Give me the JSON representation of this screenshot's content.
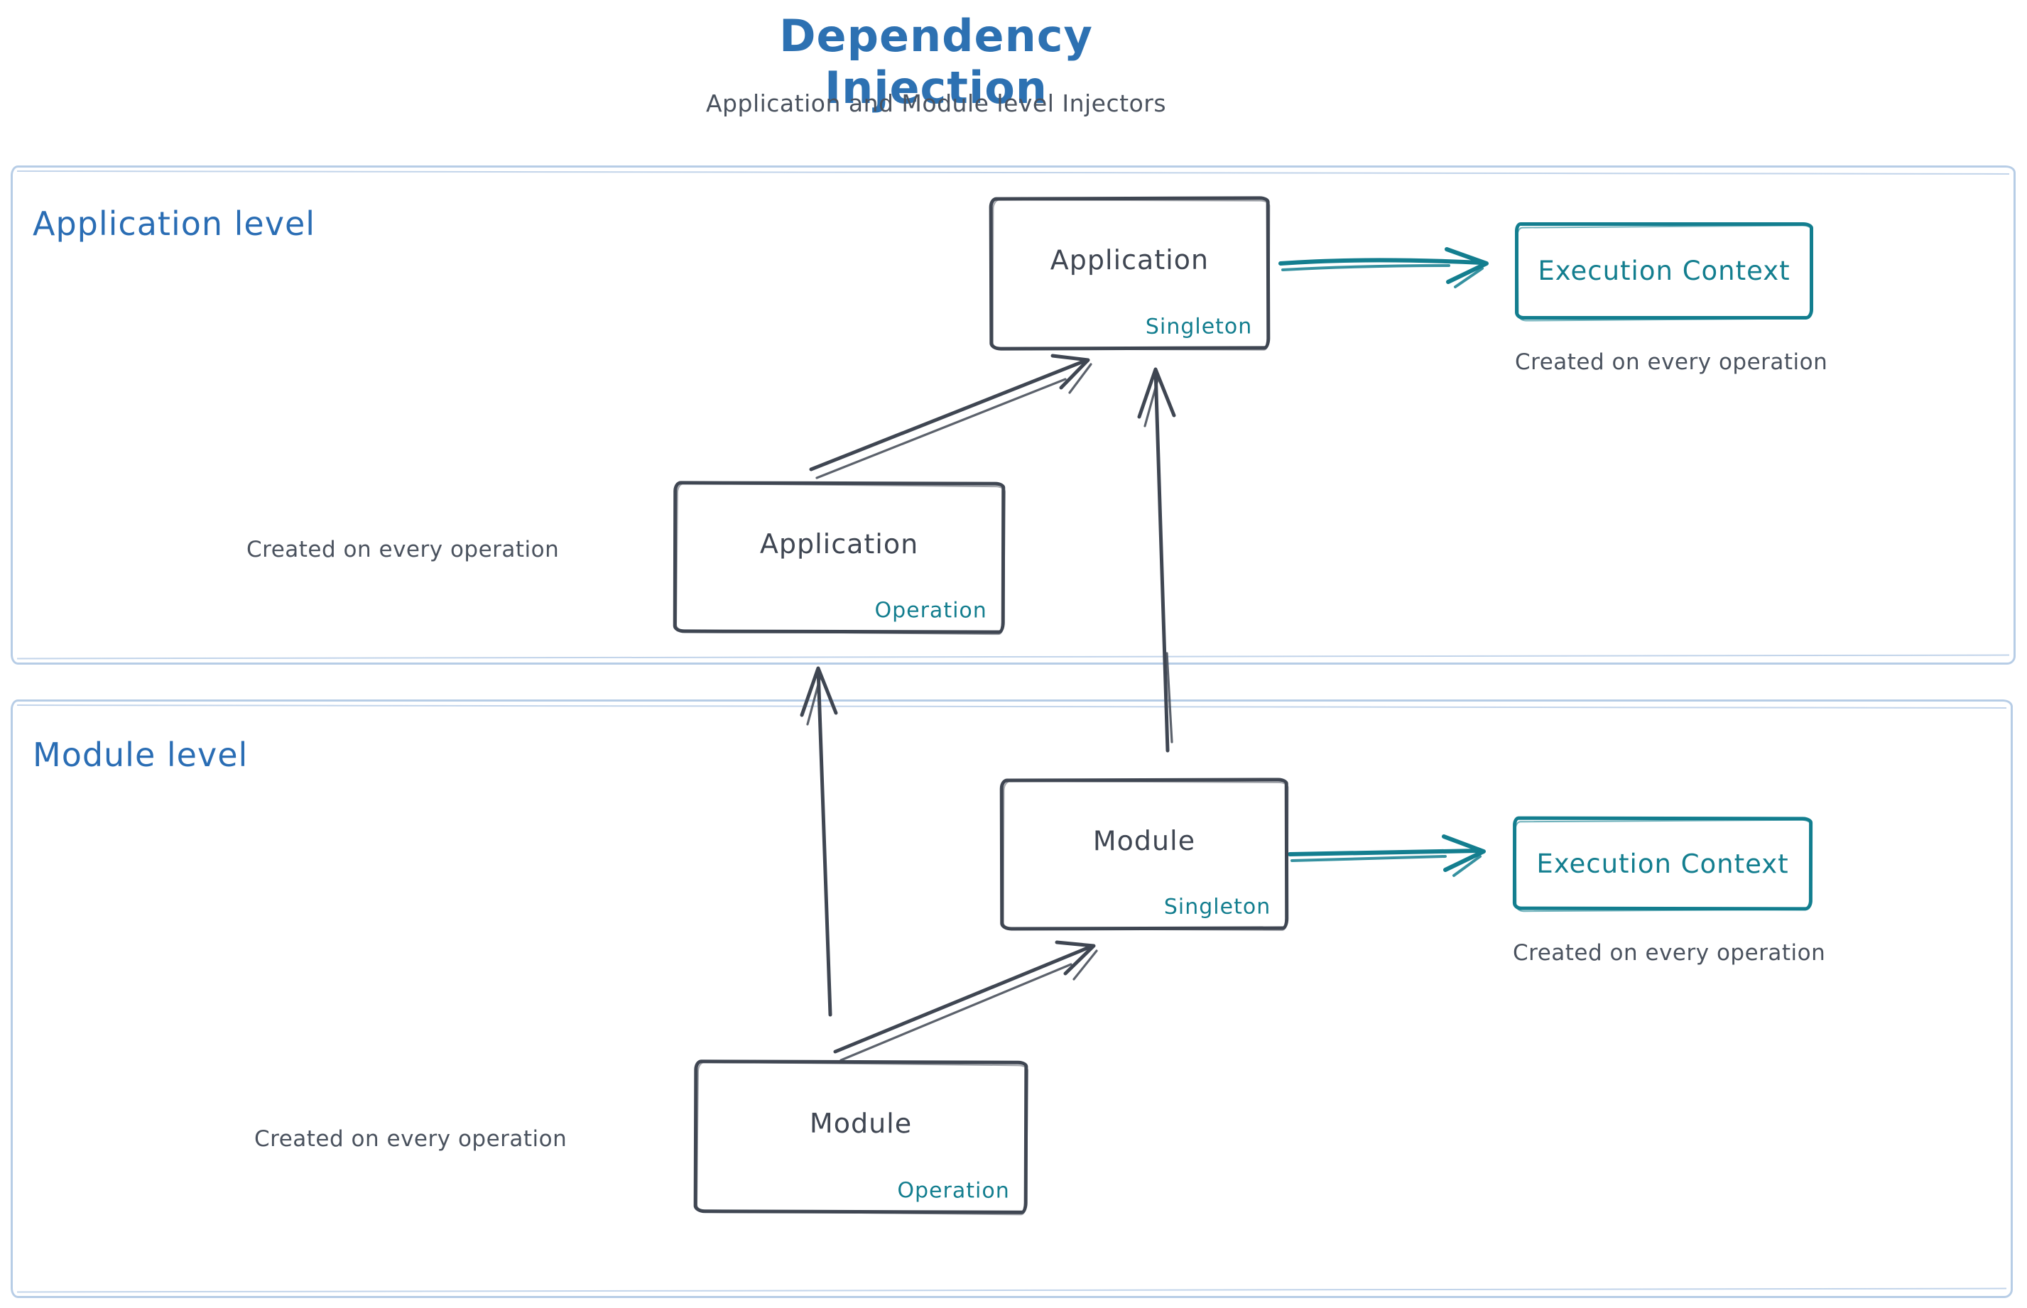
{
  "title": "Dependency Injection",
  "subtitle": "Application and Module level Injectors",
  "colors": {
    "title_blue": "#2d71b2",
    "label_blue": "#2a6db4",
    "stroke_dark": "#3f4652",
    "teal": "#137e8f",
    "frame_light_blue": "#b7cde6",
    "note_gray": "#4a525e",
    "background": "#ffffff"
  },
  "levels": [
    {
      "label": "Application level"
    },
    {
      "label": "Module level"
    }
  ],
  "nodes": [
    {
      "name": "Application",
      "scope": "Singleton"
    },
    {
      "name": "Application",
      "scope": "Operation"
    },
    {
      "name": "Module",
      "scope": "Singleton"
    },
    {
      "name": "Module",
      "scope": "Operation"
    }
  ],
  "contexts": [
    {
      "label": "Execution Context",
      "caption": "Created on every operation"
    },
    {
      "label": "Execution Context",
      "caption": "Created on every operation"
    }
  ],
  "notes": [
    {
      "text": "Created on every operation"
    },
    {
      "text": "Created on every operation"
    }
  ]
}
